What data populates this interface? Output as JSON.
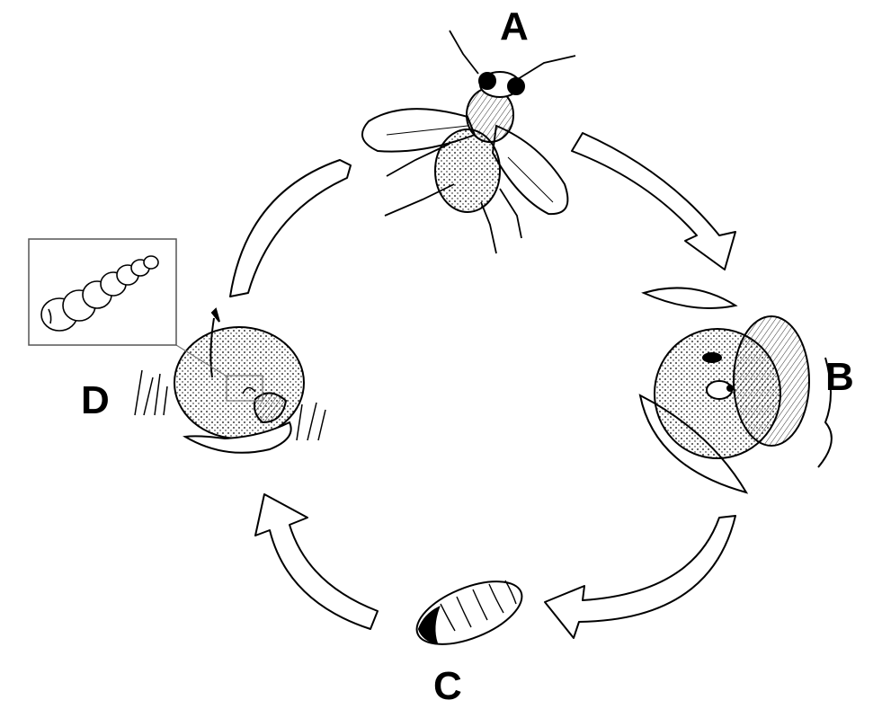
{
  "stages": [
    {
      "id": "A",
      "label": "A",
      "depicts": "adult-fly"
    },
    {
      "id": "B",
      "label": "B",
      "depicts": "fruit-with-eggs"
    },
    {
      "id": "C",
      "label": "C",
      "depicts": "pupa"
    },
    {
      "id": "D",
      "label": "D",
      "depicts": "larva-in-fallen-fruit"
    }
  ],
  "colors": {
    "ink": "#000000",
    "paper": "#ffffff",
    "inset_border": "#555555"
  }
}
